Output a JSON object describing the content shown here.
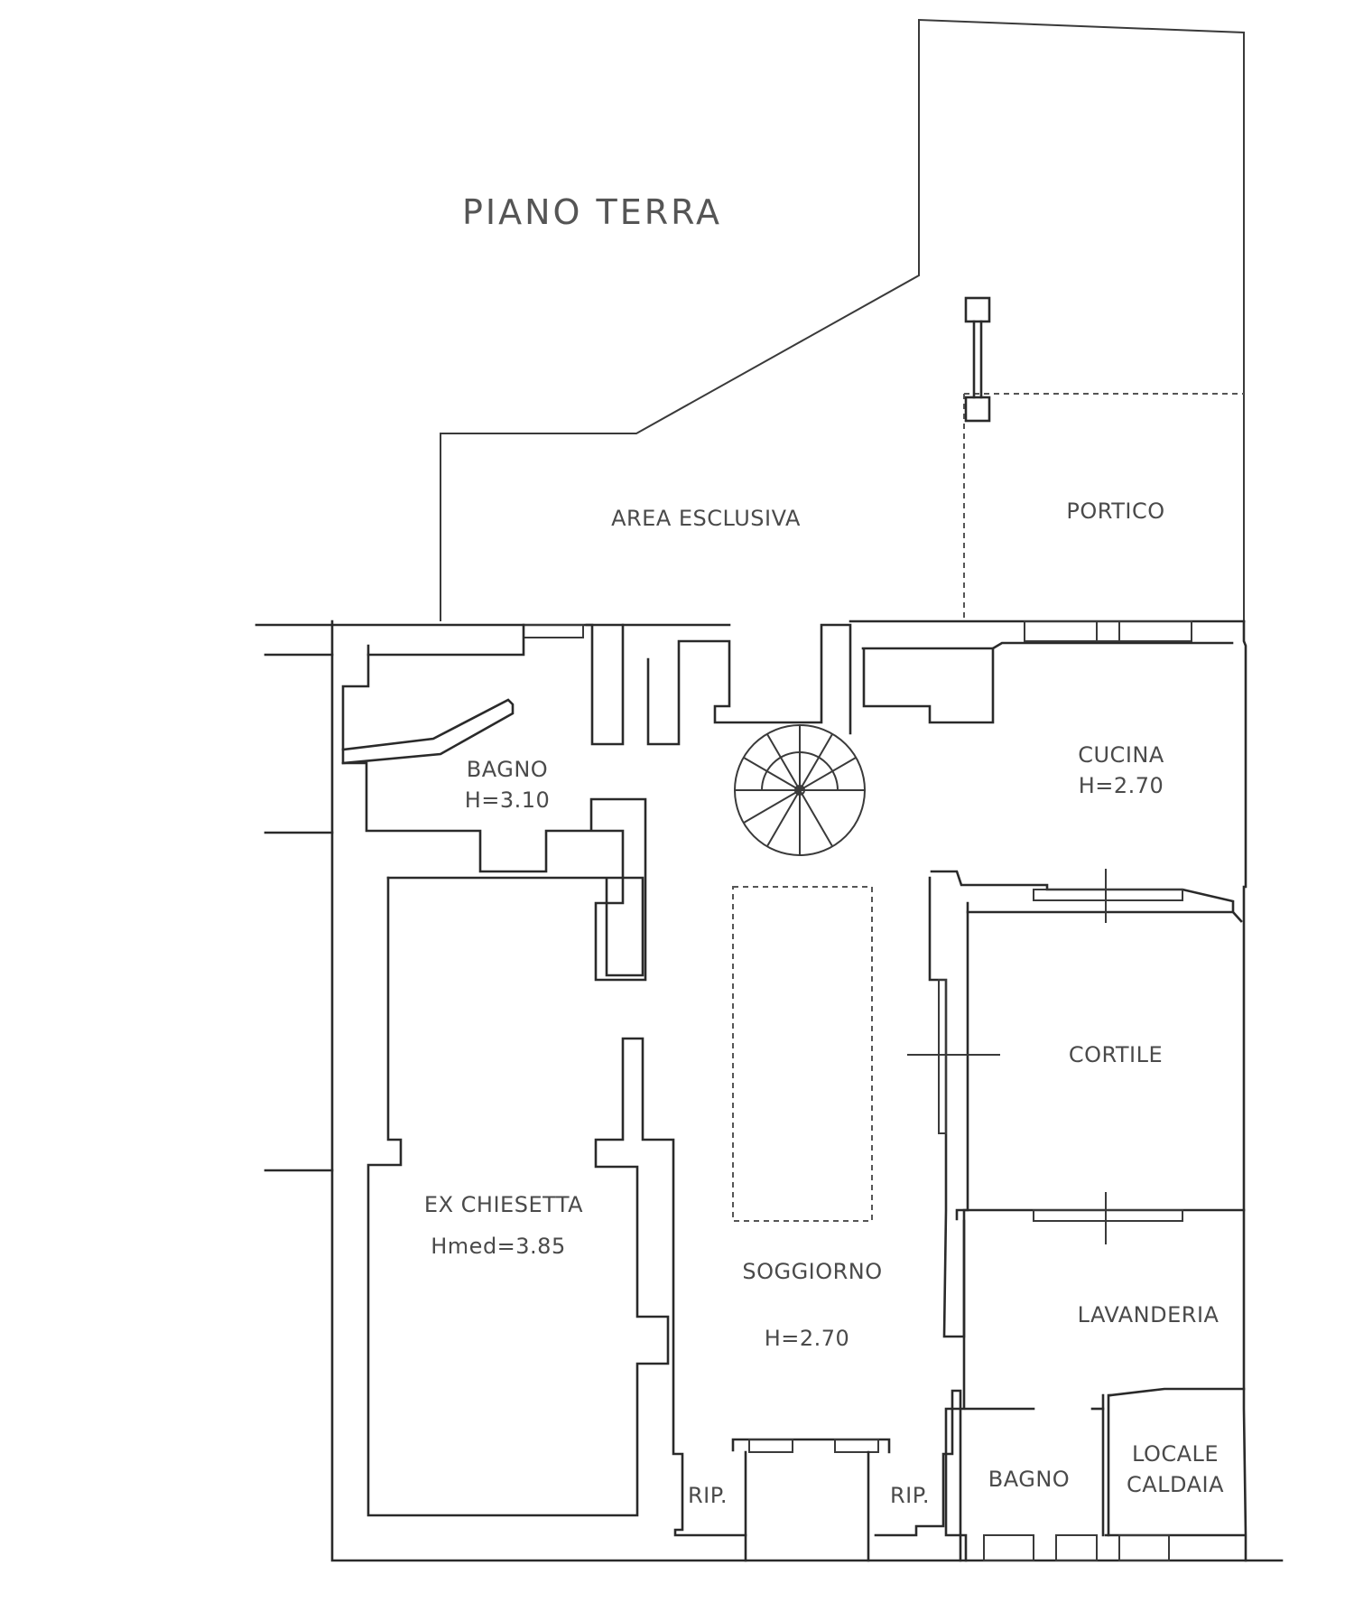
{
  "plan_title": "PIANO TERRA",
  "rooms": {
    "area_esclusiva": "AREA ESCLUSIVA",
    "portico": "PORTICO",
    "bagno_top": "BAGNO",
    "bagno_top_h": "H=3.10",
    "cucina": "CUCINA",
    "cucina_h": "H=2.70",
    "cortile": "CORTILE",
    "ex_chiesetta": "EX CHIESETTA",
    "ex_chiesetta_h": "Hmed=3.85",
    "soggiorno": "SOGGIORNO",
    "soggiorno_h": "H=2.70",
    "lavanderia": "LAVANDERIA",
    "rip_left": "RIP.",
    "rip_right": "RIP.",
    "bagno_bottom": "BAGNO",
    "locale": "LOCALE",
    "caldaia": "CALDAIA"
  }
}
